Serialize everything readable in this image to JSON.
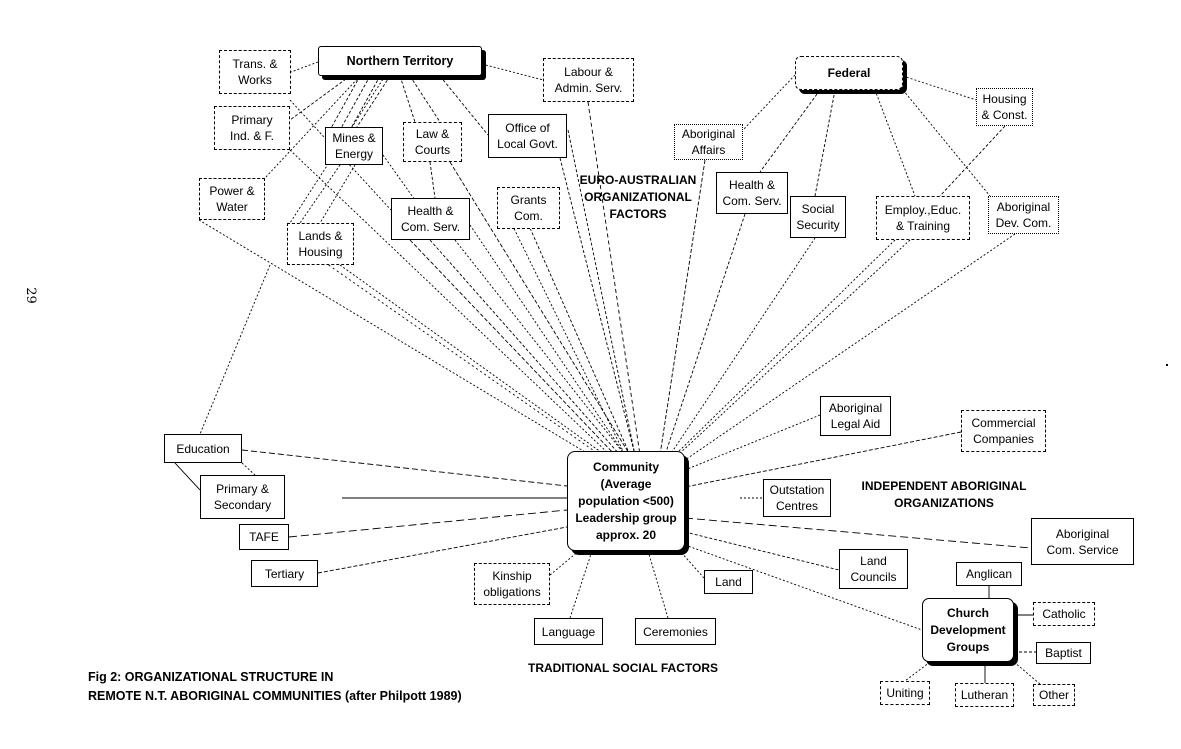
{
  "page_number": "29",
  "hubs": {
    "northern_territory": "Northern Territory",
    "federal": "Federal",
    "community": "Community\n(Average\npopulation <500)\nLeadership group\napprox. 20",
    "church": "Church\nDevelopment\nGroups"
  },
  "nt_departments": {
    "trans_works": "Trans. &\nWorks",
    "primary_ind": "Primary\nInd. & F.",
    "mines_energy": "Mines &\nEnergy",
    "law_courts": "Law &\nCourts",
    "office_local_govt": "Office of\nLocal Govt.",
    "labour_admin": "Labour &\nAdmin. Serv.",
    "power_water": "Power &\nWater",
    "health_com_nt": "Health &\nCom. Serv.",
    "grants_com": "Grants\nCom.",
    "lands_housing": "Lands &\nHousing",
    "education": "Education",
    "primary_secondary": "Primary &\nSecondary",
    "tafe": "TAFE",
    "tertiary": "Tertiary"
  },
  "federal_departments": {
    "aboriginal_affairs": "Aboriginal\nAffairs",
    "health_com_fed": "Health &\nCom. Serv.",
    "social_security": "Social\nSecurity",
    "employ_educ": "Employ.,Educ.\n& Training",
    "aboriginal_dev": "Aboriginal\nDev. Com.",
    "housing_const": "Housing\n& Const."
  },
  "independent": {
    "legal_aid": "Aboriginal\nLegal Aid",
    "commercial": "Commercial\nCompanies",
    "outstation": "Outstation\nCentres",
    "com_service": "Aboriginal\nCom. Service",
    "land_councils": "Land\nCouncils"
  },
  "traditional": {
    "kinship": "Kinship\nobligations",
    "language": "Language",
    "ceremonies": "Ceremonies",
    "land": "Land"
  },
  "churches": {
    "anglican": "Anglican",
    "catholic": "Catholic",
    "baptist": "Baptist",
    "uniting": "Uniting",
    "lutheran": "Lutheran",
    "other": "Other"
  },
  "group_labels": {
    "euro_australian": "EURO-AUSTRALIAN\nORGANIZATIONAL\nFACTORS",
    "independent": "INDEPENDENT ABORIGINAL\nORGANIZATIONS",
    "traditional": "TRADITIONAL SOCIAL FACTORS"
  },
  "caption": "Fig 2: ORGANIZATIONAL STRUCTURE IN\nREMOTE N.T. ABORIGINAL COMMUNITIES (after Philpott 1989)"
}
